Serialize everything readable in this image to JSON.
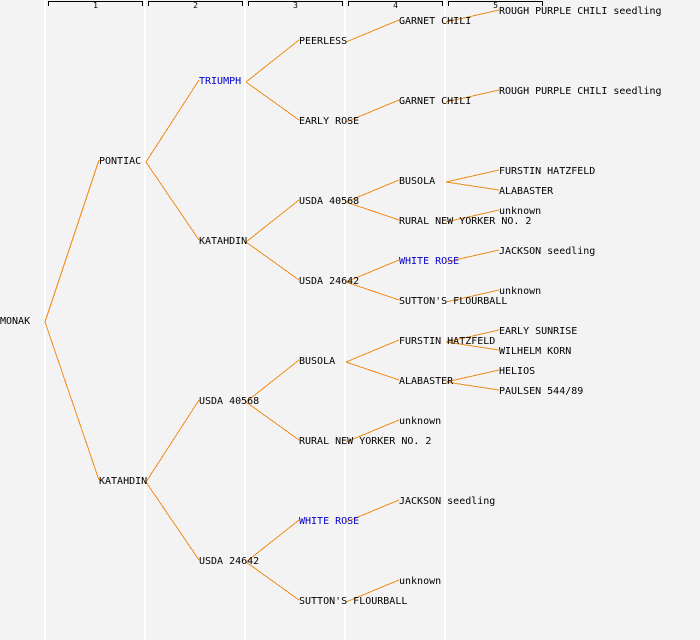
{
  "generations": [
    {
      "label": "1"
    },
    {
      "label": "2"
    },
    {
      "label": "3"
    },
    {
      "label": "4"
    },
    {
      "label": "5"
    }
  ],
  "colors": {
    "link": "#f08c1a",
    "highlight": "#0000cc",
    "text": "#000000",
    "background": "#f3f3f3"
  },
  "tree": {
    "name": "MONAK",
    "children": [
      {
        "name": "PONTIAC",
        "children": [
          {
            "name": "TRIUMPH",
            "highlight": true,
            "children": [
              {
                "name": "PEERLESS",
                "children": [
                  {
                    "name": "GARNET CHILI",
                    "children": [
                      {
                        "name": "ROUGH PURPLE CHILI seedling"
                      }
                    ]
                  }
                ]
              },
              {
                "name": "EARLY ROSE",
                "children": [
                  {
                    "name": "GARNET CHILI",
                    "children": [
                      {
                        "name": "ROUGH PURPLE CHILI seedling"
                      }
                    ]
                  }
                ]
              }
            ]
          },
          {
            "name": "KATAHDIN",
            "children": [
              {
                "name": "USDA 40568",
                "children": [
                  {
                    "name": "BUSOLA",
                    "children": [
                      {
                        "name": "FURSTIN HATZFELD"
                      },
                      {
                        "name": "ALABASTER"
                      }
                    ]
                  },
                  {
                    "name": "RURAL NEW YORKER NO. 2",
                    "children": [
                      {
                        "name": "unknown"
                      }
                    ]
                  }
                ]
              },
              {
                "name": "USDA 24642",
                "children": [
                  {
                    "name": "WHITE ROSE",
                    "highlight": true,
                    "children": [
                      {
                        "name": "JACKSON seedling"
                      }
                    ]
                  },
                  {
                    "name": "SUTTON'S FLOURBALL",
                    "children": [
                      {
                        "name": "unknown"
                      }
                    ]
                  }
                ]
              }
            ]
          }
        ]
      },
      {
        "name": "KATAHDIN",
        "children": [
          {
            "name": "USDA 40568",
            "children": [
              {
                "name": "BUSOLA",
                "children": [
                  {
                    "name": "FURSTIN HATZFELD",
                    "children": [
                      {
                        "name": "EARLY SUNRISE"
                      },
                      {
                        "name": "WILHELM KORN"
                      }
                    ]
                  },
                  {
                    "name": "ALABASTER",
                    "children": [
                      {
                        "name": "HELIOS"
                      },
                      {
                        "name": "PAULSEN 544/89"
                      }
                    ]
                  }
                ]
              },
              {
                "name": "RURAL NEW YORKER NO. 2",
                "children": [
                  {
                    "name": "unknown"
                  }
                ]
              }
            ]
          },
          {
            "name": "USDA 24642",
            "children": [
              {
                "name": "WHITE ROSE",
                "highlight": true,
                "children": [
                  {
                    "name": "JACKSON seedling"
                  }
                ]
              },
              {
                "name": "SUTTON'S FLOURBALL",
                "children": [
                  {
                    "name": "unknown"
                  }
                ]
              }
            ]
          }
        ]
      }
    ]
  }
}
